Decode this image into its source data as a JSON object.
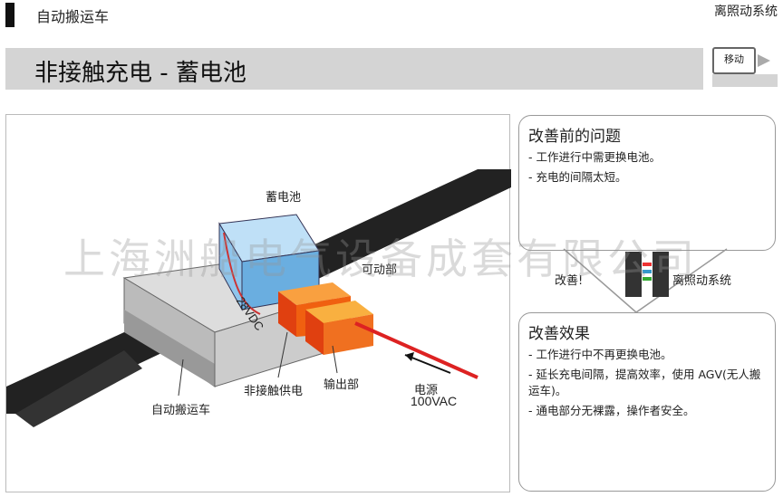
{
  "header": {
    "section": "自动搬运车",
    "system": "离照动系统"
  },
  "title": "非接触充电 - 蓄电池",
  "move_button": "移动",
  "diagram": {
    "battery": "蓄电池",
    "movable": "可动部",
    "voltage_dc": "28VDC",
    "contactless_supply": "非接触供电",
    "output": "输出部",
    "power": "电源",
    "voltage_ac": "100VAC",
    "agv": "自动搬运车"
  },
  "watermark": "上海洲船电气设备成套有限公司",
  "before": {
    "heading": "改善前的问题",
    "items": [
      "工作进行中需更换电池。",
      "充电的间隔太短。"
    ]
  },
  "connector": {
    "improve": "改善!",
    "system": "离照动系统"
  },
  "after": {
    "heading": "改善效果",
    "items": [
      "工作进行中不再更换电池。",
      "延长充电间隔，提高效率，使用 AGV(无人搬运车)。",
      "通电部分无裸露，操作者安全。"
    ]
  }
}
